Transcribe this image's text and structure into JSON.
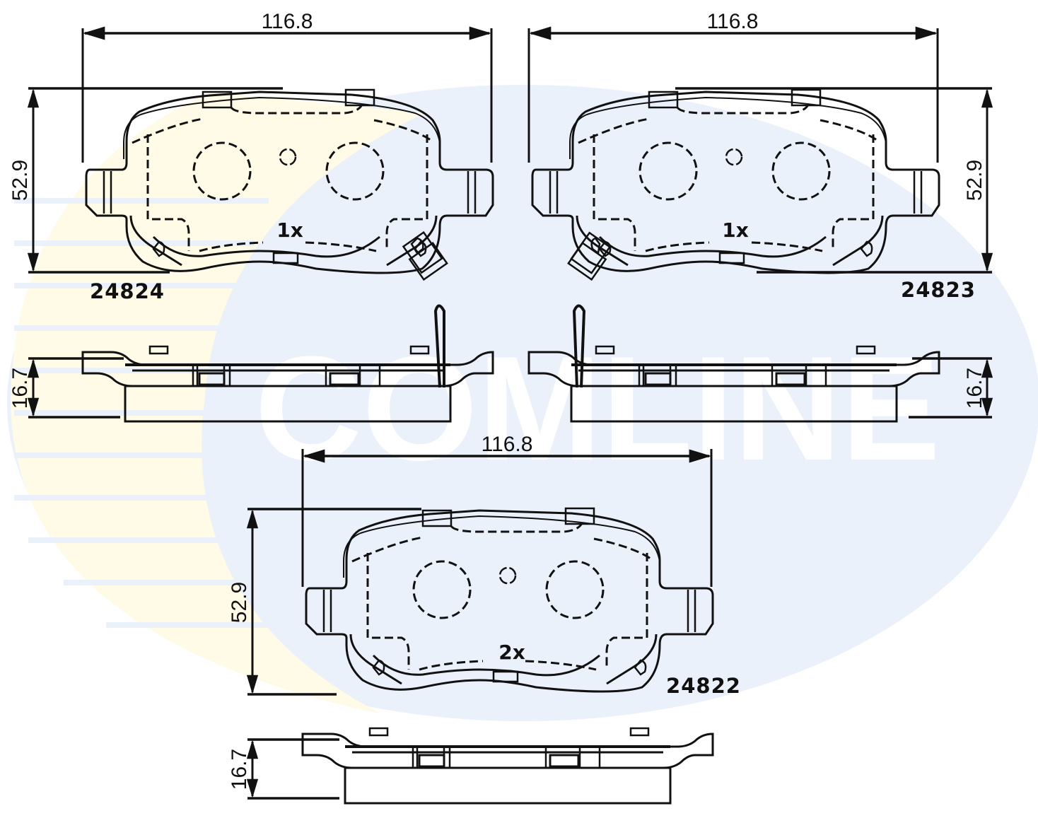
{
  "watermark": {
    "brand": "COMLINE",
    "ellipse_color": "#eaf1fa",
    "crescent_color": "#fffbe6",
    "stripe_color": "#eaf1fa"
  },
  "colors": {
    "line": "#111111",
    "background": "#ffffff"
  },
  "pads": [
    {
      "id": "pad-top-left",
      "part_number": "24824",
      "quantity": "1x",
      "width_mm": "116.8",
      "height_mm": "52.9",
      "thickness_mm": "16.7",
      "wear_indicator": "right"
    },
    {
      "id": "pad-top-right",
      "part_number": "24823",
      "quantity": "1x",
      "width_mm": "116.8",
      "height_mm": "52.9",
      "thickness_mm": "16.7",
      "wear_indicator": "left"
    },
    {
      "id": "pad-bottom",
      "part_number": "24822",
      "quantity": "2x",
      "width_mm": "116.8",
      "height_mm": "52.9",
      "thickness_mm": "16.7",
      "wear_indicator": "none"
    }
  ]
}
